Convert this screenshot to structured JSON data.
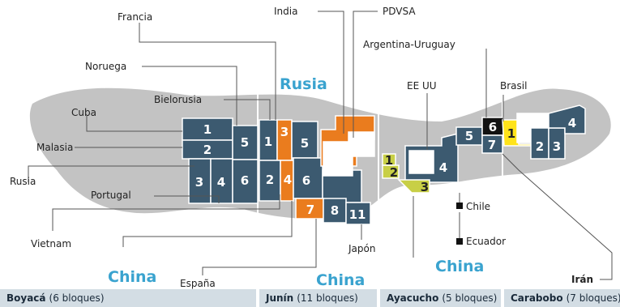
{
  "colors": {
    "block": "#3c5a70",
    "orange": "#ea7c1e",
    "lime": "#c8cf46",
    "yellow": "#ffe31a",
    "black": "#111111",
    "white": "#ffffff",
    "land": "#c3c3c3",
    "accent": "#3aa3cf"
  },
  "labels": {
    "francia": "Francia",
    "india": "India",
    "pdvsa": "PDVSA",
    "noruega": "Noruega",
    "rusia_big": "Rusia",
    "argentina_uruguay": "Argentina-Uruguay",
    "bielorusia": "Bielorusia",
    "eeuu": "EE UU",
    "brasil": "Brasil",
    "cuba": "Cuba",
    "malasia": "Malasia",
    "rusia": "Rusia",
    "portugal": "Portugal",
    "vietnam": "Vietnam",
    "china_1": "China",
    "china_2": "China",
    "china_3": "China",
    "espana": "España",
    "japon": "Japón",
    "chile": "Chile",
    "ecuador": "Ecuador",
    "iran": "Irán"
  },
  "blocks": {
    "boyaca_1": "1",
    "boyaca_2": "2",
    "boyaca_3": "3",
    "boyaca_4": "4",
    "boyaca_5": "5",
    "boyaca_6": "6",
    "junin_1": "1",
    "junin_2": "2",
    "junin_3": "3",
    "junin_4": "4",
    "junin_5": "5",
    "junin_6": "6",
    "junin_7": "7",
    "junin_8": "8",
    "junin_11": "11",
    "ayacucho_1": "1",
    "ayacucho_2": "2",
    "ayacucho_3": "3",
    "ayacucho_4": "4",
    "ayacucho_5": "5",
    "carabobo_1": "1",
    "carabobo_2": "2",
    "carabobo_3": "3",
    "carabobo_4": "4",
    "carabobo_6": "6",
    "carabobo_7": "7"
  },
  "regions": [
    {
      "name": "Boyacá",
      "count": "(6 bloques)"
    },
    {
      "name": "Junín",
      "count": "(11 bloques)"
    },
    {
      "name": "Ayacucho",
      "count": "(5 bloques)"
    },
    {
      "name": "Carabobo",
      "count": "(7 bloques)"
    }
  ]
}
